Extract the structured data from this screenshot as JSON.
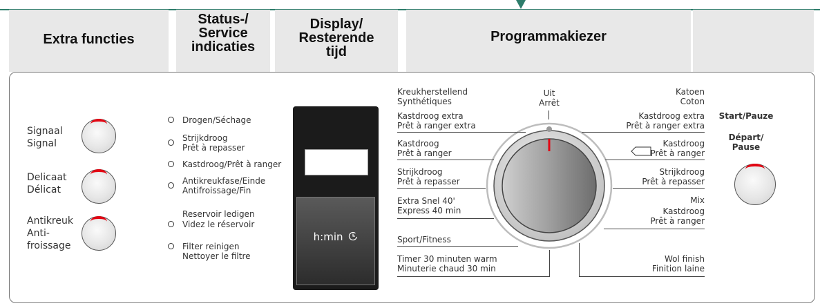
{
  "headers": {
    "extra_functies": "Extra functies",
    "status_1": "Status-/",
    "status_2": "Service",
    "status_3": "indicaties",
    "display_1": "Display/",
    "display_2": "Resterende",
    "display_3": "tijd",
    "programma": "Programmakiezer"
  },
  "extra_buttons": [
    {
      "nl": "Signaal",
      "fr": "Signal"
    },
    {
      "nl": "Delicaat",
      "fr": "Délicat"
    },
    {
      "nl": "Antikreuk",
      "fr": "Anti-",
      "fr2": "froissage"
    }
  ],
  "status": [
    {
      "line1": "Drogen/Séchage"
    },
    {
      "line1": "Strijkdroog",
      "line2": "Prêt à repasser"
    },
    {
      "line1": "Kastdroog/Prêt à ranger"
    },
    {
      "line1": "Antikreukfase/Einde",
      "line2": "Antifroissage/Fin"
    },
    {
      "line1": "Reservoir ledigen",
      "line2": "Videz le réservoir"
    },
    {
      "line1": "Filter reinigen",
      "line2": "Nettoyer le filtre"
    }
  ],
  "display": {
    "hmin": "h:min",
    "clock_icon": "clock-icon"
  },
  "dial": {
    "off_nl": "Uit",
    "off_fr": "Arrêt"
  },
  "programs_left": [
    {
      "l1": "Kreukherstellend",
      "l2": "Synthétiques"
    },
    {
      "l1": "Kastdroog extra",
      "l2": "Prêt à ranger extra"
    },
    {
      "l1": "Kastdroog",
      "l2": "Prêt à ranger"
    },
    {
      "l1": "Strijkdroog",
      "l2": "Prêt à repasser"
    },
    {
      "l1": "Extra Snel 40'",
      "l2": "Express 40 min"
    },
    {
      "l1": "Sport/Fitness"
    },
    {
      "l1": "Timer 30 minuten warm",
      "l2": "Minuterie chaud 30 min"
    }
  ],
  "programs_right": [
    {
      "l1": "Katoen",
      "l2": "Coton"
    },
    {
      "l1": "Kastdroog extra",
      "l2": "Prêt à ranger extra"
    },
    {
      "l1": "Kastdroog",
      "l2": "Prêt à ranger"
    },
    {
      "l1": "Strijkdroog",
      "l2": "Prêt à repasser"
    },
    {
      "l1": "Mix",
      "l2": "Kastdroog",
      "l3": "Prêt à ranger"
    },
    {
      "l1": "Wol finish",
      "l2": "Finition laine"
    }
  ],
  "start": {
    "nl": "Start/Pauze",
    "fr1": "Départ/",
    "fr2": "Pause"
  }
}
